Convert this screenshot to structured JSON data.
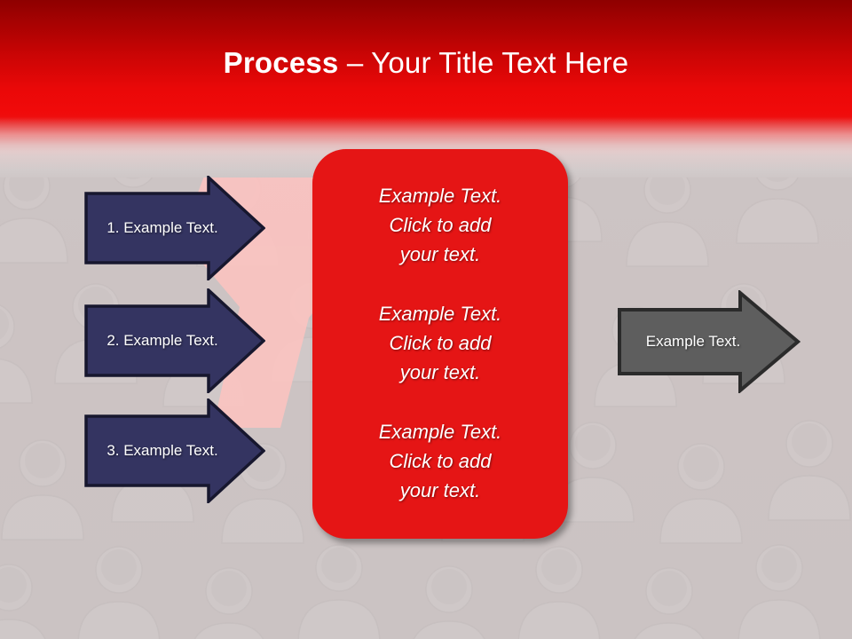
{
  "slide": {
    "title_bold": "Process",
    "title_rest": " – Your Title Text Here",
    "background_color": "#ccc4c4",
    "header_color_top": "#8e0000",
    "header_color_mid": "#f00a0a"
  },
  "steps": [
    {
      "label": "1. Example Text.",
      "fill": "#343461",
      "border": "#17172e"
    },
    {
      "label": "2. Example Text.",
      "fill": "#343461",
      "border": "#17172e"
    },
    {
      "label": "3. Example Text.",
      "fill": "#343461",
      "border": "#17172e"
    }
  ],
  "panel": {
    "fill": "#e51515",
    "blocks": [
      "Example Text.\nClick  to add\nyour text.",
      "Example Text.\nClick  to add\nyour text.",
      "Example Text.\nClick  to add\nyour text."
    ]
  },
  "outcome": {
    "label": "Example Text.",
    "fill": "#5e5e5e",
    "border": "#2b2b2b"
  }
}
